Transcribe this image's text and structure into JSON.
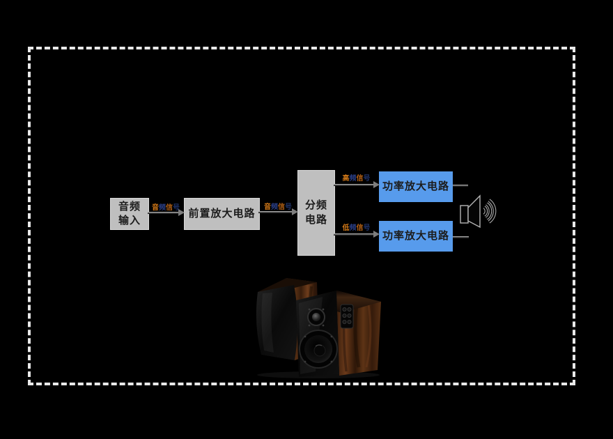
{
  "diagram": {
    "blocks": [
      {
        "label": "音频\n输入"
      },
      {
        "label": "前置放大电路"
      },
      {
        "label": "分频\n电路"
      },
      {
        "label": "功率放大电路"
      },
      {
        "label": "功率放大电路"
      }
    ],
    "signals": [
      {
        "label": "音频信号"
      },
      {
        "label": "音频信号"
      },
      {
        "label": "高频信号"
      },
      {
        "label": "低频信号"
      }
    ],
    "signal_palette": [
      "#d07818",
      "#2b3f86",
      "#b05f14",
      "#1f3368"
    ],
    "colors": {
      "background": "#000000",
      "frame_dash": "#e9e9e9",
      "block_gray": "#bfbfbf",
      "block_blue": "#579bec",
      "block_text": "#1c1c1c",
      "wire_gray": "#8f8f8f"
    },
    "icons": {
      "loudspeaker": "loudspeaker-icon"
    }
  }
}
